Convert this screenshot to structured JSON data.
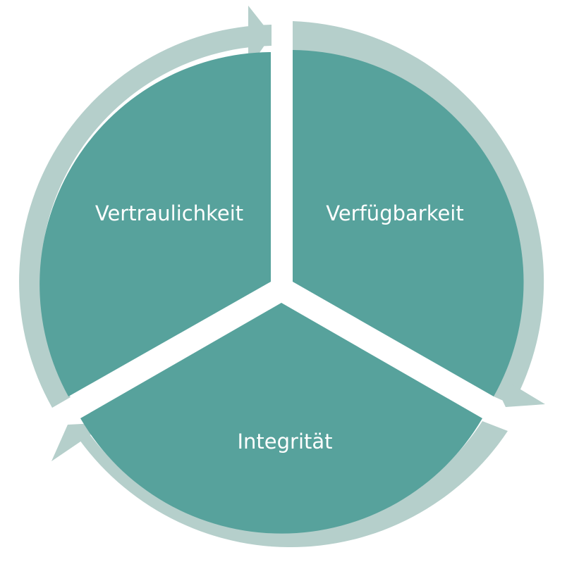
{
  "diagram": {
    "colors": {
      "segment": "#57a29c",
      "ring": "#b5cfcb",
      "label": "#ffffff",
      "background": "#ffffff"
    },
    "segments": [
      {
        "id": "vertraulichkeit",
        "label": "Vertraulichkeit"
      },
      {
        "id": "verfuegbarkeit",
        "label": "Verfügbarkeit"
      },
      {
        "id": "integritaet",
        "label": "Integrität"
      }
    ]
  }
}
